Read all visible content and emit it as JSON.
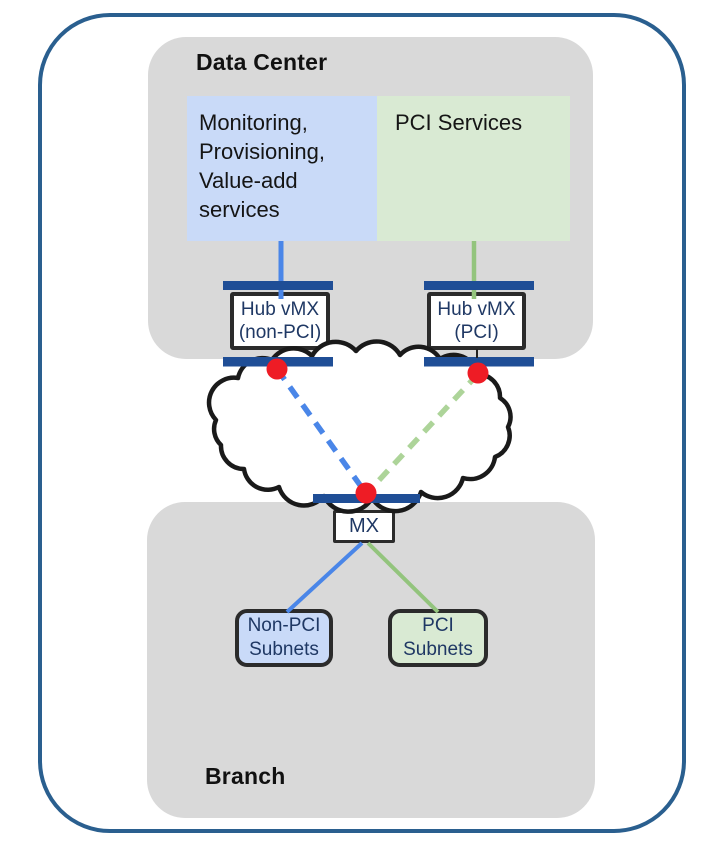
{
  "data_center": {
    "title": "Data Center",
    "monitoring_services": "Monitoring,\nProvisioning,\nValue-add\nservices",
    "pci_services": "PCI Services",
    "hub_non_pci": "Hub vMX\n(non-PCI)",
    "hub_pci": "Hub vMX\n(PCI)"
  },
  "branch": {
    "title": "Branch",
    "mx": "MX",
    "non_pci_subnets": "Non-PCI\nSubnets",
    "pci_subnets": "PCI\nSubnets"
  },
  "icons": {
    "wan_cloud": "cloud",
    "endpoint_markers": "red-dot",
    "network_segments": "navy-bar"
  },
  "colors": {
    "frame_border": "#2A5F8F",
    "region_gray": "#D9D9D9",
    "light_blue_fill": "#C9DAF8",
    "light_green_fill": "#D9EAD3",
    "navy_bar": "#1F4E96",
    "navy_text": "#1F3864",
    "accent_blue_line": "#4A86E8",
    "accent_green_line": "#93C47D",
    "dashed_green_line": "#ADD499",
    "red_dot": "#EE1C25"
  }
}
